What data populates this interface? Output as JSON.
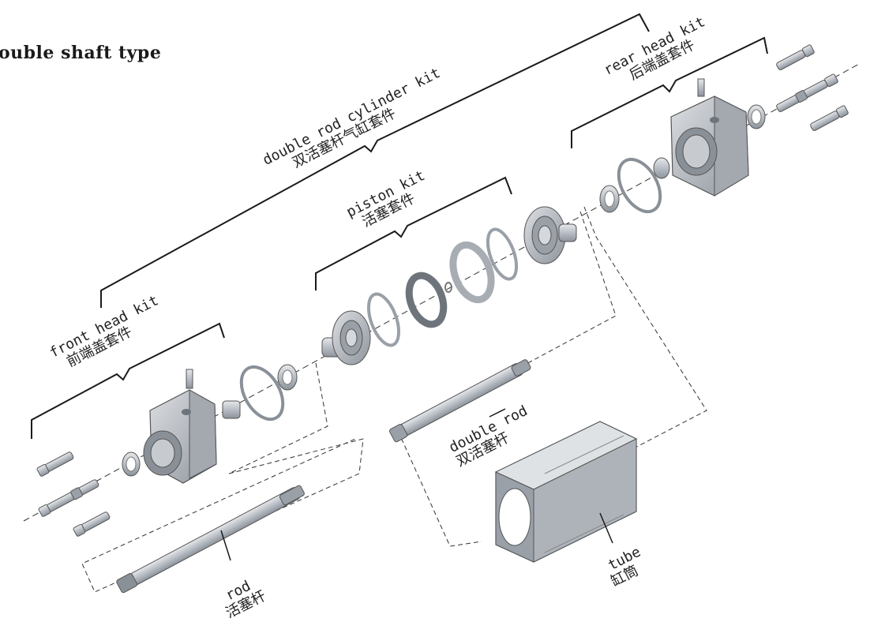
{
  "title": "ouble shaft type",
  "labels": {
    "double_rod_cylinder_kit": {
      "en": "double rod cylinder kit",
      "cn": "双活塞杆气缸套件"
    },
    "rear_head_kit": {
      "en": "rear head kit",
      "cn": "后端盖套件"
    },
    "piston_kit": {
      "en": "piston kit",
      "cn": "活塞套件"
    },
    "front_head_kit": {
      "en": "front head kit",
      "cn": "前端盖套件"
    },
    "double_rod": {
      "en": "double rod",
      "cn": "双活塞杆"
    },
    "tube": {
      "en": "tube",
      "cn": "缸筒"
    },
    "rod": {
      "en": "rod",
      "cn": "活塞杆"
    }
  },
  "colors": {
    "part_fill": "#c9ccd1",
    "part_shade": "#9aa0a8",
    "part_dark": "#6e747c",
    "line": "#1a1a1a"
  }
}
